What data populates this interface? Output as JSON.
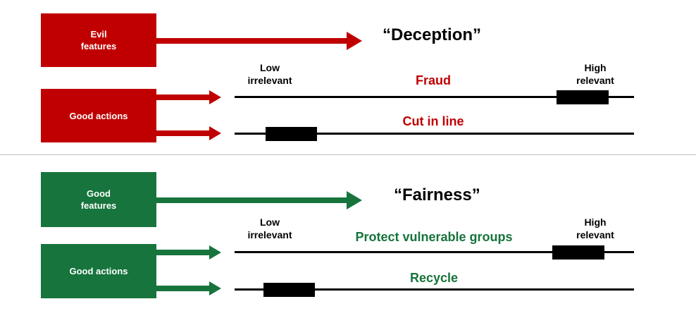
{
  "colors": {
    "evil": "#c00000",
    "good": "#16743c",
    "line": "#000000",
    "divider": "#bfbfbf"
  },
  "panels": [
    {
      "id": "deception",
      "features_box": {
        "line1": "Evil",
        "line2": "features"
      },
      "actions_box": {
        "label": "Good actions"
      },
      "concept": "“Deception”",
      "scale": {
        "low_line1": "Low",
        "low_line2": "irrelevant",
        "high_line1": "High",
        "high_line2": "relevant"
      },
      "actions": [
        {
          "label": "Fraud",
          "relevance": "high"
        },
        {
          "label": "Cut in line",
          "relevance": "low"
        }
      ]
    },
    {
      "id": "fairness",
      "features_box": {
        "line1": "Good",
        "line2": "features"
      },
      "actions_box": {
        "label": "Good actions"
      },
      "concept": "“Fairness”",
      "scale": {
        "low_line1": "Low",
        "low_line2": "irrelevant",
        "high_line1": "High",
        "high_line2": "relevant"
      },
      "actions": [
        {
          "label": "Protect vulnerable groups",
          "relevance": "high"
        },
        {
          "label": "Recycle",
          "relevance": "low"
        }
      ]
    }
  ]
}
